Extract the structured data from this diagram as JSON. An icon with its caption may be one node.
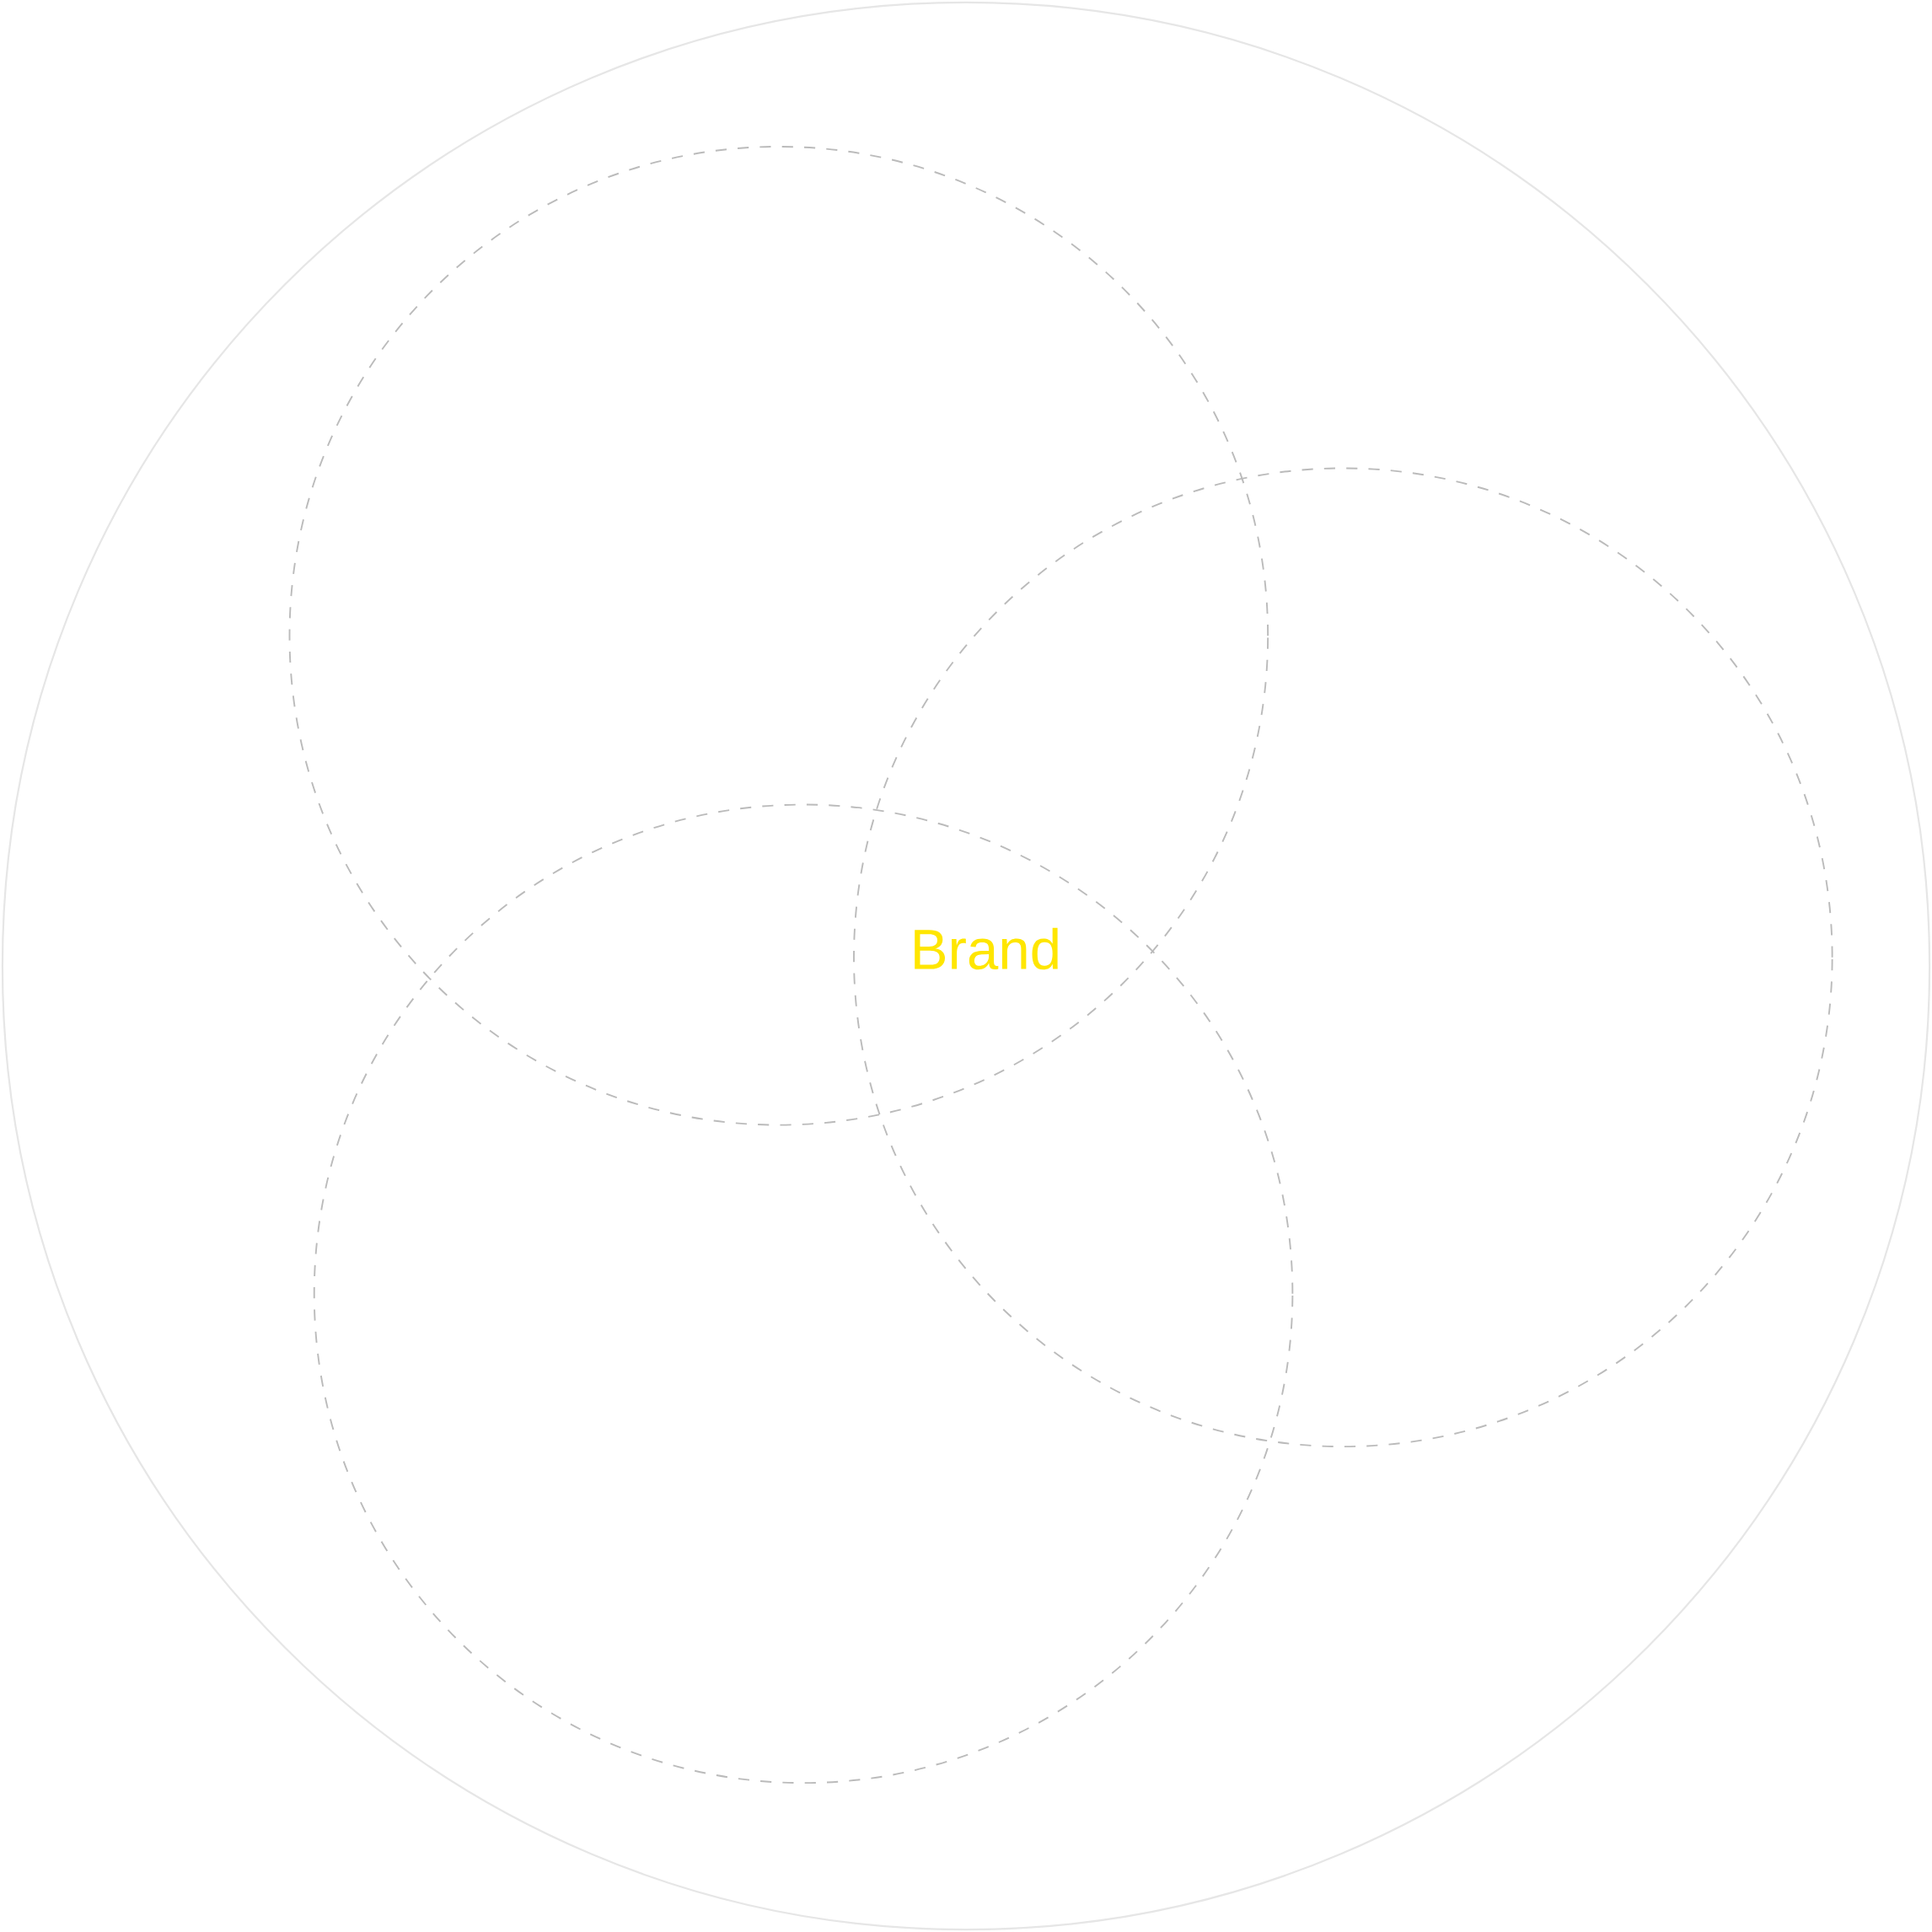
{
  "diagram": {
    "nodes": [
      {
        "text": [],
        "shape": "circle"
      },
      {
        "text": [],
        "shape": "circle",
        "in": 0
      },
      {
        "text": [],
        "shape": "circle",
        "in": 0
      },
      {
        "text": [],
        "shape": "circle",
        "in": 0
      }
    ],
    "labels": [
      "Brand"
    ]
  }
}
